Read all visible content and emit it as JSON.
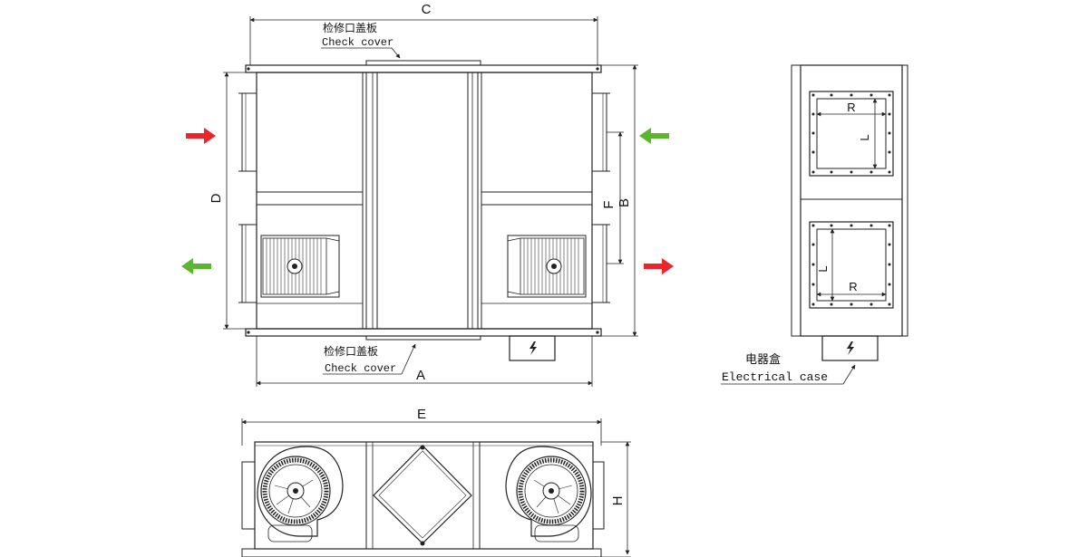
{
  "top_view": {
    "top_label_cn": "检修口盖板",
    "top_label_en": "Check cover",
    "bottom_label_cn": "检修口盖板",
    "bottom_label_en": "Check cover",
    "dim_a": "A",
    "dim_b": "B",
    "dim_c": "C",
    "dim_d": "D",
    "dim_f": "F"
  },
  "side_view": {
    "dim_r_top": "R",
    "dim_l_top": "L",
    "dim_r_bottom": "R",
    "dim_l_bottom": "L",
    "electrical_cn": "电器盒",
    "electrical_en": "Electrical case"
  },
  "front_view": {
    "dim_e": "E",
    "dim_h": "H"
  },
  "colors": {
    "arrow_red": "#e8262b",
    "arrow_green": "#5cb531",
    "line": "#222222"
  },
  "icons": [
    "lightning-icon"
  ]
}
